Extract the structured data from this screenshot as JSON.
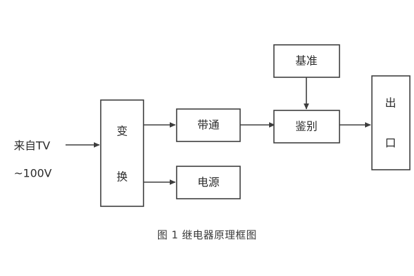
{
  "figure": {
    "caption": "图 1 继电器原理框图",
    "background_color": "#ffffff",
    "line_color": "#3d3d3d",
    "text_color": "#2b2b2b"
  },
  "source": {
    "line1": "来自TV",
    "line2": "~100V"
  },
  "blocks": {
    "converter": {
      "label_line1": "变",
      "label_line2": "换"
    },
    "bandpass": {
      "label": "带通"
    },
    "power": {
      "label": "电源"
    },
    "reference": {
      "label": "基准"
    },
    "discriminator": {
      "label": "鉴别"
    },
    "output": {
      "label_line1": "出",
      "label_line2": "口"
    }
  },
  "connections": [
    {
      "name": "source-to-converter",
      "from": "来自TV ~100V",
      "to": "变换"
    },
    {
      "name": "converter-to-bandpass",
      "from": "变换",
      "to": "带通"
    },
    {
      "name": "converter-to-power",
      "from": "变换",
      "to": "电源"
    },
    {
      "name": "bandpass-to-discriminator",
      "from": "带通",
      "to": "鉴别"
    },
    {
      "name": "reference-to-discriminator",
      "from": "基准",
      "to": "鉴别"
    },
    {
      "name": "discriminator-to-output",
      "from": "鉴别",
      "to": "出口"
    }
  ]
}
